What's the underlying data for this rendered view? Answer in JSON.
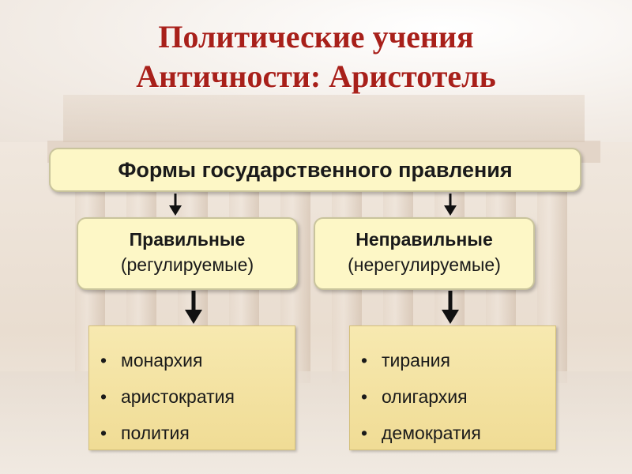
{
  "title": {
    "line1": "Политические учения",
    "line2": "Античности: Аристотель"
  },
  "root": {
    "label": "Формы государственного правления"
  },
  "branches": [
    {
      "head": "Правильные",
      "sub": "(регулируемые)",
      "items": [
        "монархия",
        "аристократия",
        "полития"
      ]
    },
    {
      "head": "Неправильные",
      "sub": "(нерегулируемые)",
      "items": [
        "тирания",
        "олигархия",
        "демократия"
      ]
    }
  ],
  "bullet": "•",
  "colors": {
    "title": "#a8201a",
    "box_fill": "#fdf7c6",
    "list_fill": "#f6e6a8",
    "arrow": "#111111"
  }
}
